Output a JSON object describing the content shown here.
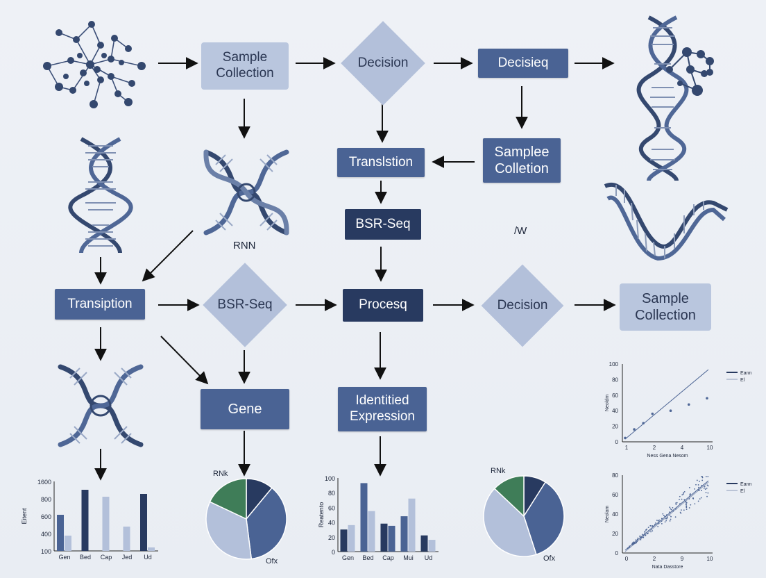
{
  "colors": {
    "light_box": "#b9c6de",
    "dark_box": "#4a6394",
    "darker_box": "#283a60",
    "accent_green": "#3f7d58",
    "molecule": "#34486f"
  },
  "nodes": {
    "sample_collection_top": "Sample\nCollection",
    "decision_top": "Decision",
    "decisieq": "Decisieq",
    "samplee_collection": "Samplee\nColletion",
    "translstion": "Translstion",
    "bsr_seq_box": "BSR-Seq",
    "rnn_label": "RNN",
    "w_label": "/W",
    "transiption": "Transiption",
    "bsr_seq_diamond": "BSR-Seq",
    "procesq": "Procesq",
    "decision_mid": "Decision",
    "sample_collection_right": "Sample\nCollection",
    "gene": "Gene",
    "identified_expression": "Identitied\nExpression"
  },
  "icons": [
    "molecule-network-icon",
    "dna-helix-icon",
    "dna-cross-icon",
    "dna-wave-icon",
    "dna-helix-molecule-icon"
  ],
  "chart_data": [
    {
      "type": "bar",
      "yticks": [
        "1600",
        "800",
        "600",
        "400",
        "100"
      ],
      "ylabel": "Eitent",
      "categories": [
        "Gen",
        "Bed",
        "Cap",
        "Jed",
        "Ud"
      ],
      "series": [
        {
          "values": [
            52,
            22,
            0,
            0,
            0
          ]
        },
        {
          "values": [
            88,
            0,
            0,
            0,
            0
          ]
        }
      ],
      "bars": [
        {
          "cat": 0,
          "v": 52,
          "tone": "dark"
        },
        {
          "cat": 0,
          "v": 22,
          "tone": "light"
        },
        {
          "cat": 1,
          "v": 88,
          "tone": "darker"
        },
        {
          "cat": 2,
          "v": 78,
          "tone": "light"
        },
        {
          "cat": 3,
          "v": 35,
          "tone": "light"
        },
        {
          "cat": 4,
          "v": 82,
          "tone": "darker"
        },
        {
          "cat": 4,
          "v": 5,
          "tone": "light"
        }
      ],
      "ylim": [
        0,
        100
      ]
    },
    {
      "type": "pie",
      "labels": [
        "RNk",
        "Ofx"
      ],
      "slices": [
        {
          "value": 0.11,
          "tone": "darker"
        },
        {
          "value": 0.37,
          "tone": "dark"
        },
        {
          "value": 0.34,
          "tone": "light"
        },
        {
          "value": 0.18,
          "tone": "green"
        }
      ]
    },
    {
      "type": "bar",
      "yticks": [
        "100",
        "80",
        "60",
        "40",
        "20",
        "0"
      ],
      "ylabel": "Reatento",
      "categories": [
        "Gen",
        "Bed",
        "Cap",
        "Mui",
        "Ud"
      ],
      "bars": [
        {
          "cat": 0,
          "v": 30,
          "tone": "darker"
        },
        {
          "cat": 0,
          "v": 36,
          "tone": "light"
        },
        {
          "cat": 1,
          "v": 93,
          "tone": "dark"
        },
        {
          "cat": 1,
          "v": 55,
          "tone": "light"
        },
        {
          "cat": 2,
          "v": 38,
          "tone": "darker"
        },
        {
          "cat": 2,
          "v": 35,
          "tone": "dark"
        },
        {
          "cat": 3,
          "v": 48,
          "tone": "dark"
        },
        {
          "cat": 3,
          "v": 72,
          "tone": "light"
        },
        {
          "cat": 4,
          "v": 22,
          "tone": "darker"
        },
        {
          "cat": 4,
          "v": 16,
          "tone": "light"
        }
      ],
      "ylim": [
        0,
        100
      ]
    },
    {
      "type": "pie",
      "labels": [
        "RNk",
        "Ofx"
      ],
      "slices": [
        {
          "value": 0.09,
          "tone": "darker"
        },
        {
          "value": 0.36,
          "tone": "dark"
        },
        {
          "value": 0.42,
          "tone": "light"
        },
        {
          "value": 0.13,
          "tone": "green"
        }
      ]
    },
    {
      "type": "scatter",
      "yticks": [
        "100",
        "80",
        "60",
        "40",
        "20",
        "0"
      ],
      "xticks": [
        "1",
        "2",
        "4",
        "10"
      ],
      "xlabel": "Ness Gena Nesom",
      "ylabel": "Neoldm",
      "legend": [
        "Eann",
        "El"
      ],
      "points": [
        [
          1,
          5
        ],
        [
          2,
          16
        ],
        [
          4,
          36
        ],
        [
          10,
          56
        ],
        [
          3,
          24
        ],
        [
          6,
          40
        ],
        [
          8,
          48
        ]
      ]
    },
    {
      "type": "scatter",
      "yticks": [
        "80",
        "60",
        "40",
        "20",
        "0"
      ],
      "xticks": [
        "0",
        "2",
        "9",
        "10"
      ],
      "xlabel": "Nata Dasstore",
      "ylabel": "Neolam",
      "legend": [
        "Eann",
        "El"
      ],
      "points": []
    }
  ]
}
